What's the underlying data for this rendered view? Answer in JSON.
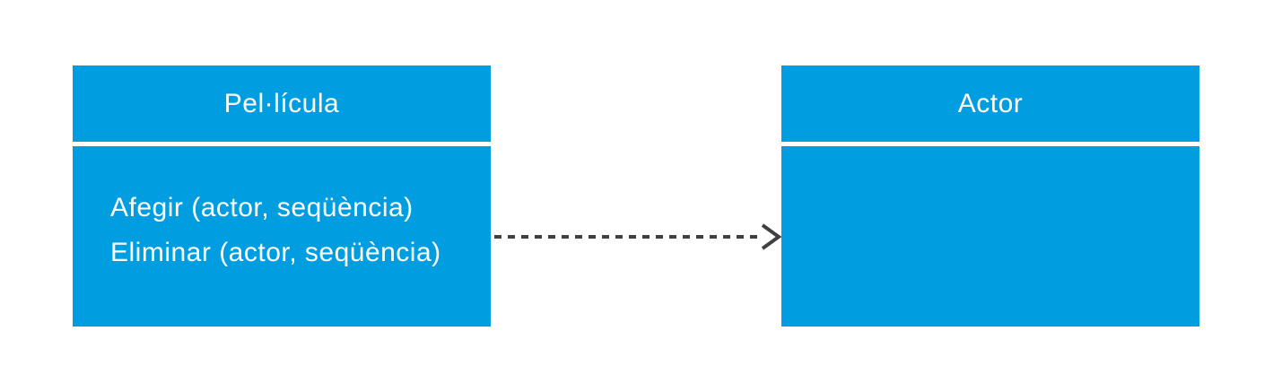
{
  "diagram": {
    "type": "uml-class-diagram",
    "colors": {
      "box_fill": "#009EE0",
      "box_text": "#ffffff",
      "divider": "#ffffff",
      "connector": "#404040",
      "background": "#ffffff"
    },
    "classes": [
      {
        "id": "pellicula",
        "name": "Pel·lícula",
        "members": [
          "Afegir (actor, seqüència)",
          "Eliminar (actor, seqüència)"
        ]
      },
      {
        "id": "actor",
        "name": "Actor",
        "members": []
      }
    ],
    "connector": {
      "from": "Pel·lícula",
      "to": "Actor",
      "line_style": "dashed",
      "arrowhead": "open-chevron",
      "direction": "left-to-right"
    }
  }
}
